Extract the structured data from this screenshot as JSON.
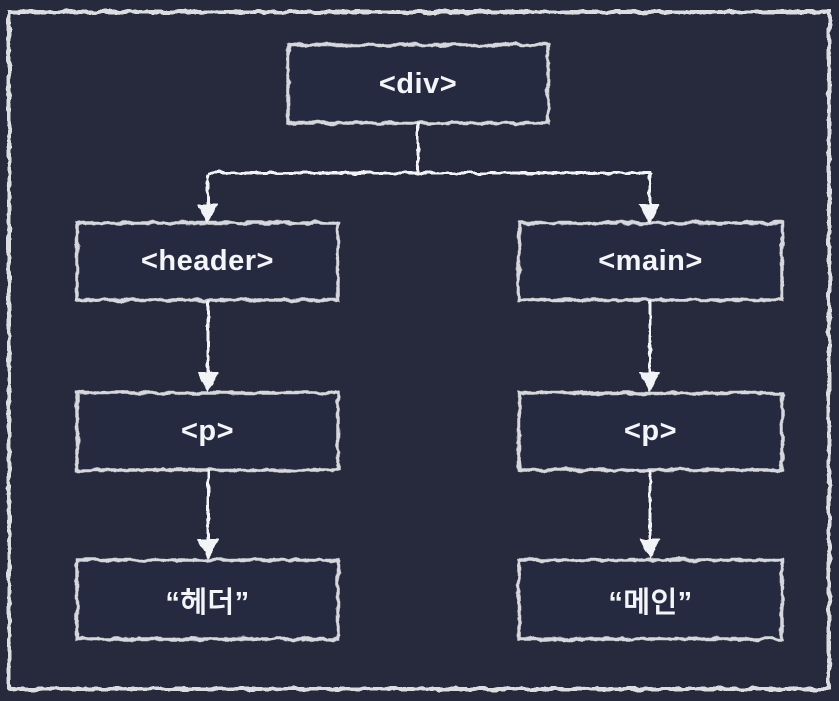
{
  "diagram": {
    "description": "DOM tree diagram drawn in chalk style on dark background",
    "colors": {
      "background": "#262a3c",
      "box_fill": "#282c3f",
      "box_border": "#d6d7dc",
      "connector": "#f2f3f6",
      "text": "#f4f5f8",
      "outer_frame": "#dcdde1"
    },
    "nodes": [
      {
        "id": "div",
        "label": "<div>"
      },
      {
        "id": "header",
        "label": "<header>"
      },
      {
        "id": "main",
        "label": "<main>"
      },
      {
        "id": "p_left",
        "label": "<p>"
      },
      {
        "id": "p_right",
        "label": "<p>"
      },
      {
        "id": "text_header",
        "label": "“헤더”"
      },
      {
        "id": "text_main",
        "label": "“메인”"
      }
    ],
    "edges": [
      {
        "from": "div",
        "to": "header"
      },
      {
        "from": "div",
        "to": "main"
      },
      {
        "from": "header",
        "to": "p_left"
      },
      {
        "from": "main",
        "to": "p_right"
      },
      {
        "from": "p_left",
        "to": "text_header"
      },
      {
        "from": "p_right",
        "to": "text_main"
      }
    ]
  }
}
